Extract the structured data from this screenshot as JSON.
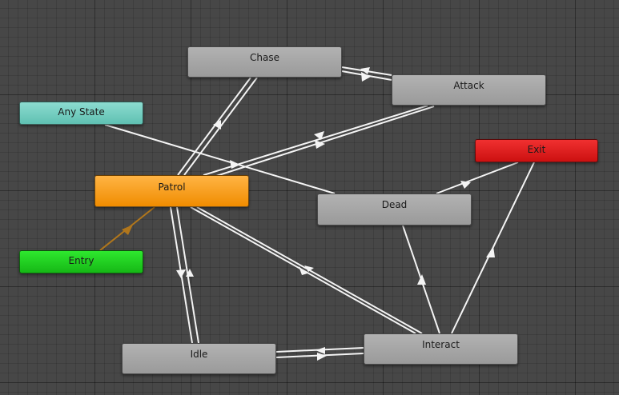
{
  "colors": {
    "transition": "#f4f4f4",
    "entry_transition": "#b0761c"
  },
  "states": {
    "chase": "Chase",
    "attack": "Attack",
    "any_state": "Any State",
    "exit": "Exit",
    "patrol": "Patrol",
    "dead": "Dead",
    "entry": "Entry",
    "idle": "Idle",
    "interact": "Interact"
  },
  "transitions": [
    {
      "from": "Patrol",
      "to": "Chase"
    },
    {
      "from": "Chase",
      "to": "Patrol"
    },
    {
      "from": "Chase",
      "to": "Attack"
    },
    {
      "from": "Attack",
      "to": "Chase"
    },
    {
      "from": "Patrol",
      "to": "Attack"
    },
    {
      "from": "Attack",
      "to": "Patrol"
    },
    {
      "from": "Any State",
      "to": "Dead"
    },
    {
      "from": "Dead",
      "to": "Exit"
    },
    {
      "from": "Entry",
      "to": "Patrol"
    },
    {
      "from": "Patrol",
      "to": "Idle"
    },
    {
      "from": "Idle",
      "to": "Patrol"
    },
    {
      "from": "Patrol",
      "to": "Interact"
    },
    {
      "from": "Interact",
      "to": "Patrol"
    },
    {
      "from": "Idle",
      "to": "Interact"
    },
    {
      "from": "Interact",
      "to": "Idle"
    },
    {
      "from": "Interact",
      "to": "Dead"
    },
    {
      "from": "Interact",
      "to": "Exit"
    }
  ]
}
